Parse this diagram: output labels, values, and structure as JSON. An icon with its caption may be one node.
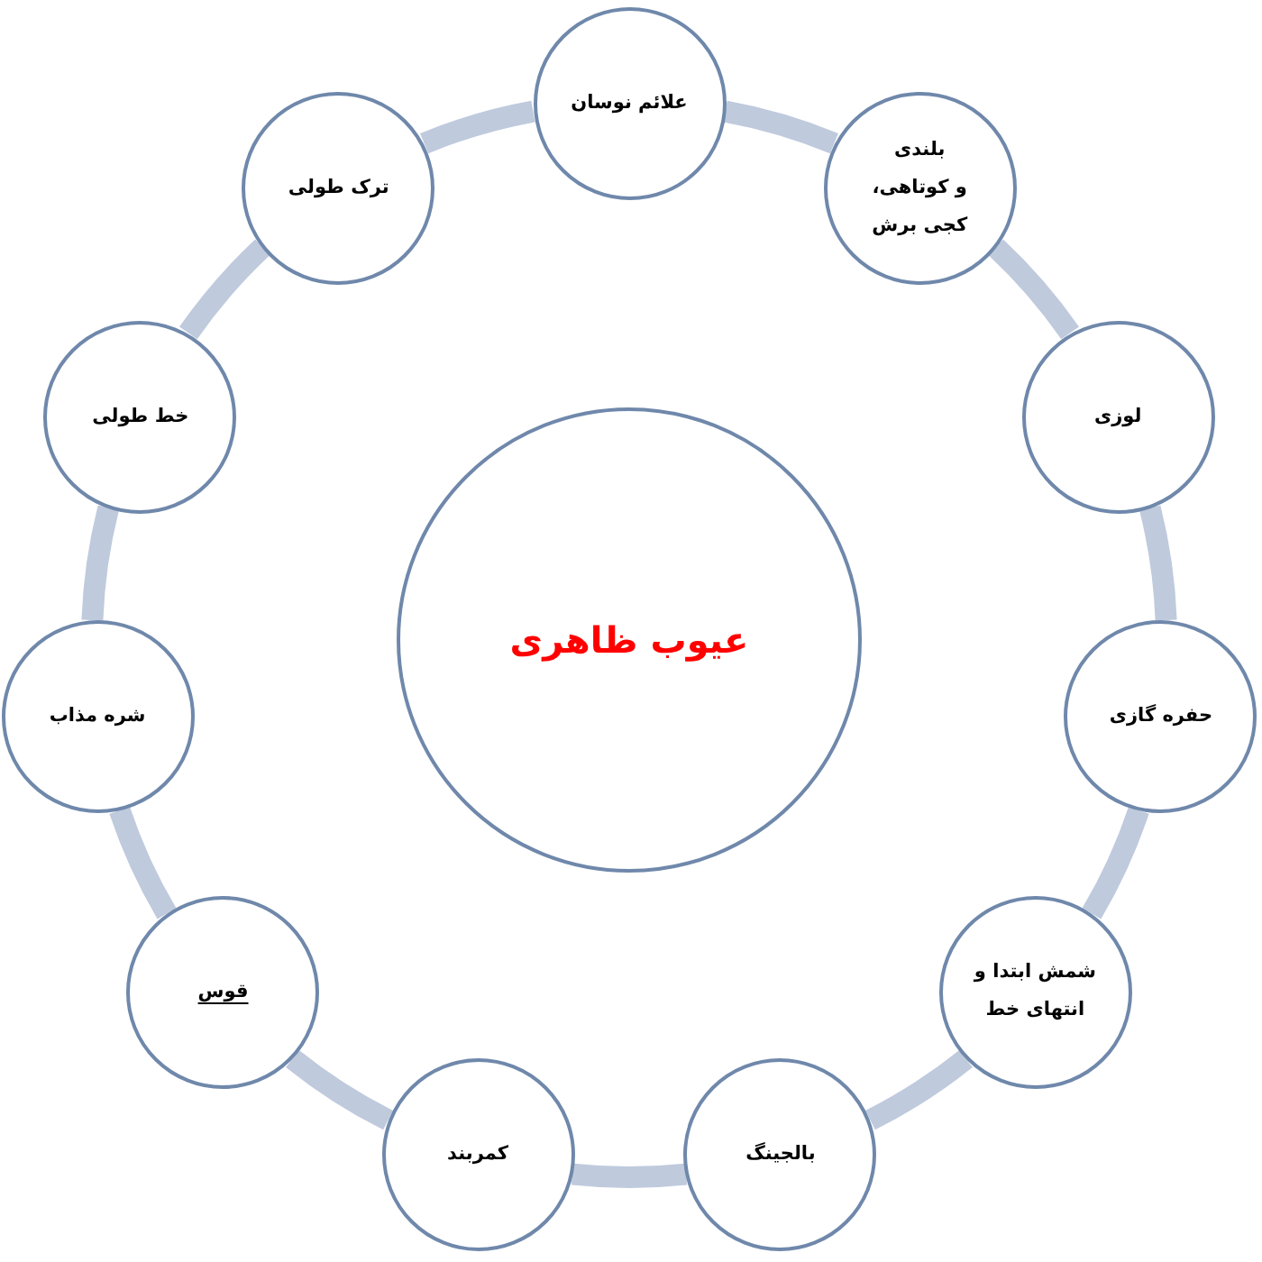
{
  "diagram": {
    "nodes": [
      {
        "text": [
          "عیوب ظاهری"
        ]
      },
      {
        "text": [
          "علائم نوسان"
        ]
      },
      {
        "text": [
          "بلندی و کوتاهی، کجی برش"
        ]
      },
      {
        "text": [
          "لوزی"
        ]
      },
      {
        "text": [
          "حفره گازی"
        ]
      },
      {
        "text": [
          "شمش ابتدا و انتهای خط"
        ]
      },
      {
        "text": [
          "بالجینگ"
        ]
      },
      {
        "text": [
          "کمربند"
        ]
      },
      {
        "text": [
          "قوس"
        ]
      },
      {
        "text": [
          "شره مذاب"
        ]
      },
      {
        "text": [
          "خط طولی"
        ]
      },
      {
        "text": [
          "ترک طولی"
        ]
      }
    ],
    "edges": [
      {
        "from": 1,
        "to": 2,
        "arrow": "none"
      },
      {
        "from": 2,
        "to": 3,
        "arrow": "none"
      },
      {
        "from": 3,
        "to": 4,
        "arrow": "none"
      },
      {
        "from": 4,
        "to": 5,
        "arrow": "none"
      },
      {
        "from": 5,
        "to": 6,
        "arrow": "none"
      },
      {
        "from": 6,
        "to": 7,
        "arrow": "none"
      },
      {
        "from": 7,
        "to": 8,
        "arrow": "none"
      },
      {
        "from": 8,
        "to": 9,
        "arrow": "none"
      },
      {
        "from": 9,
        "to": 10,
        "arrow": "none"
      },
      {
        "from": 10,
        "to": 11,
        "arrow": "none"
      },
      {
        "from": 11,
        "to": 1,
        "arrow": "none"
      }
    ]
  }
}
